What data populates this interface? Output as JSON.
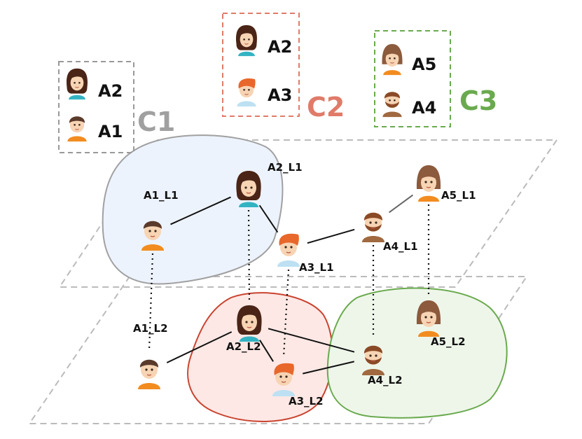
{
  "legend": [
    {
      "name": "C1",
      "color": "#a0a0a0",
      "members": [
        {
          "id": "A2",
          "avatar": "female-long-hair"
        },
        {
          "id": "A1",
          "avatar": "male-short-hair"
        }
      ]
    },
    {
      "name": "C2",
      "color": "#e07b6a",
      "members": [
        {
          "id": "A2",
          "avatar": "female-long-hair"
        },
        {
          "id": "A3",
          "avatar": "male-ginger"
        }
      ]
    },
    {
      "name": "C3",
      "color": "#6aaa4e",
      "members": [
        {
          "id": "A5",
          "avatar": "female-bob"
        },
        {
          "id": "A4",
          "avatar": "male-beard"
        }
      ]
    }
  ],
  "layers": {
    "L1": {
      "nodes": [
        {
          "id": "A1_L1",
          "label": "A1_L1",
          "avatar": "male-short-hair"
        },
        {
          "id": "A2_L1",
          "label": "A2_L1",
          "avatar": "female-long-hair"
        },
        {
          "id": "A3_L1",
          "label": "A3_L1",
          "avatar": "male-ginger"
        },
        {
          "id": "A4_L1",
          "label": "A4_L1",
          "avatar": "male-beard"
        },
        {
          "id": "A5_L1",
          "label": "A5_L1",
          "avatar": "female-bob"
        }
      ],
      "edges": [
        [
          "A1_L1",
          "A2_L1"
        ],
        [
          "A2_L1",
          "A3_L1"
        ],
        [
          "A3_L1",
          "A4_L1"
        ],
        [
          "A4_L1",
          "A5_L1"
        ]
      ],
      "cluster": {
        "name": "C1",
        "color": "#a0a0a0",
        "fill": "#edf3fd"
      }
    },
    "L2": {
      "nodes": [
        {
          "id": "A1_L2",
          "label": "A1_L2",
          "avatar": "male-short-hair"
        },
        {
          "id": "A2_L2",
          "label": "A2_L2",
          "avatar": "female-long-hair"
        },
        {
          "id": "A3_L2",
          "label": "A3_L2",
          "avatar": "male-ginger"
        },
        {
          "id": "A4_L2",
          "label": "A4_L2",
          "avatar": "male-beard"
        },
        {
          "id": "A5_L2",
          "label": "A5_L2",
          "avatar": "female-bob"
        }
      ],
      "edges": [
        [
          "A1_L2",
          "A2_L2"
        ],
        [
          "A2_L2",
          "A3_L2"
        ],
        [
          "A2_L2",
          "A4_L2"
        ],
        [
          "A3_L2",
          "A4_L2"
        ]
      ],
      "clusters": [
        {
          "name": "C2",
          "color": "#c9432f",
          "fill": "#fde8e5"
        },
        {
          "name": "C3",
          "color": "#6aaa4e",
          "fill": "#eef6ea"
        }
      ]
    }
  },
  "interlayer_links": [
    [
      "A1_L1",
      "A1_L2"
    ],
    [
      "A2_L1",
      "A2_L2"
    ],
    [
      "A3_L1",
      "A3_L2"
    ],
    [
      "A4_L1",
      "A4_L2"
    ],
    [
      "A5_L1",
      "A5_L2"
    ]
  ]
}
